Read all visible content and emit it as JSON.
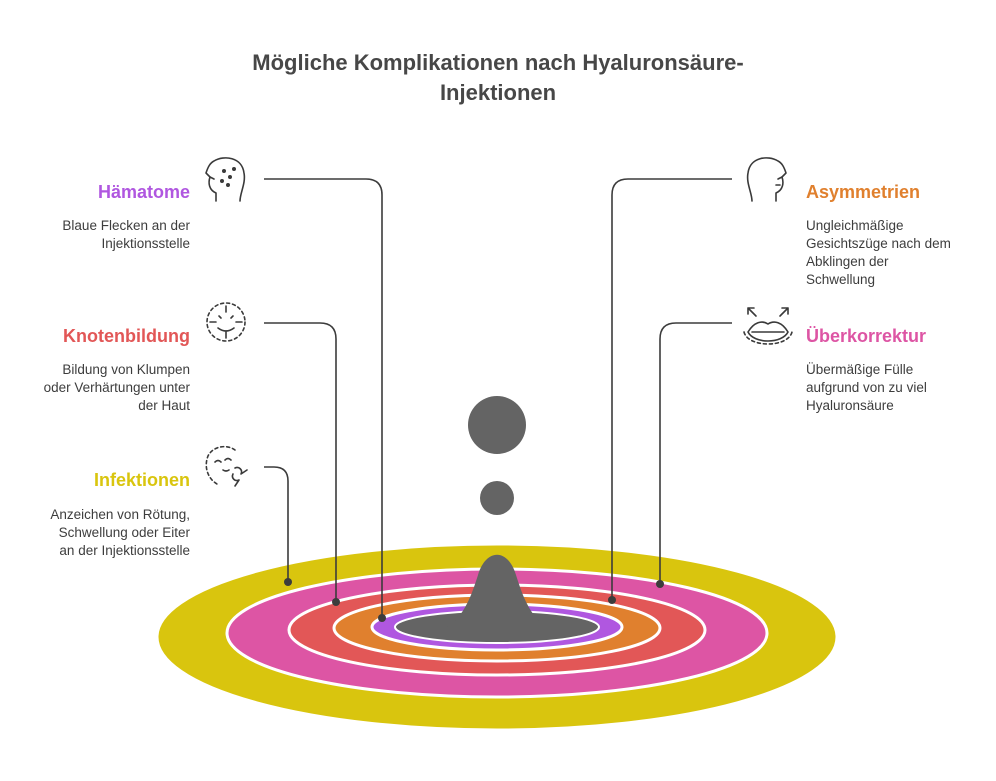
{
  "title": {
    "line1": "Mögliche Komplikationen nach Hyaluronsäure-",
    "line2": "Injektionen"
  },
  "colors": {
    "haematome": "#b057e0",
    "knoten": "#e25757",
    "infektionen": "#d9c50e",
    "asymmetrien": "#e0802e",
    "ueberkorrektur": "#dd55a4",
    "center": "#646464",
    "line": "#3c3c3c"
  },
  "items": {
    "haematome": {
      "heading": "Hämatome",
      "desc": [
        "Blaue Flecken an der",
        "Injektionsstelle"
      ],
      "icon": "face-bruise-icon"
    },
    "knoten": {
      "heading": "Knotenbildung",
      "desc": [
        "Bildung von Klumpen",
        "oder Verhärtungen unter",
        "der Haut"
      ],
      "icon": "face-target-icon"
    },
    "infektionen": {
      "heading": "Infektionen",
      "desc": [
        "Anzeichen von Rötung,",
        "Schwellung oder Eiter",
        "an der Injektionsstelle"
      ],
      "icon": "face-sick-icon"
    },
    "asymmetrien": {
      "heading": "Asymmetrien",
      "desc": [
        "Ungleichmäßige",
        "Gesichtszüge nach dem",
        "Abklingen der",
        "Schwellung"
      ],
      "icon": "face-profile-icon"
    },
    "ueberkorrektur": {
      "heading": "Überkorrektur",
      "desc": [
        "Übermäßige Fülle",
        "aufgrund von zu viel",
        "Hyaluronsäure"
      ],
      "icon": "lips-expand-icon"
    }
  }
}
